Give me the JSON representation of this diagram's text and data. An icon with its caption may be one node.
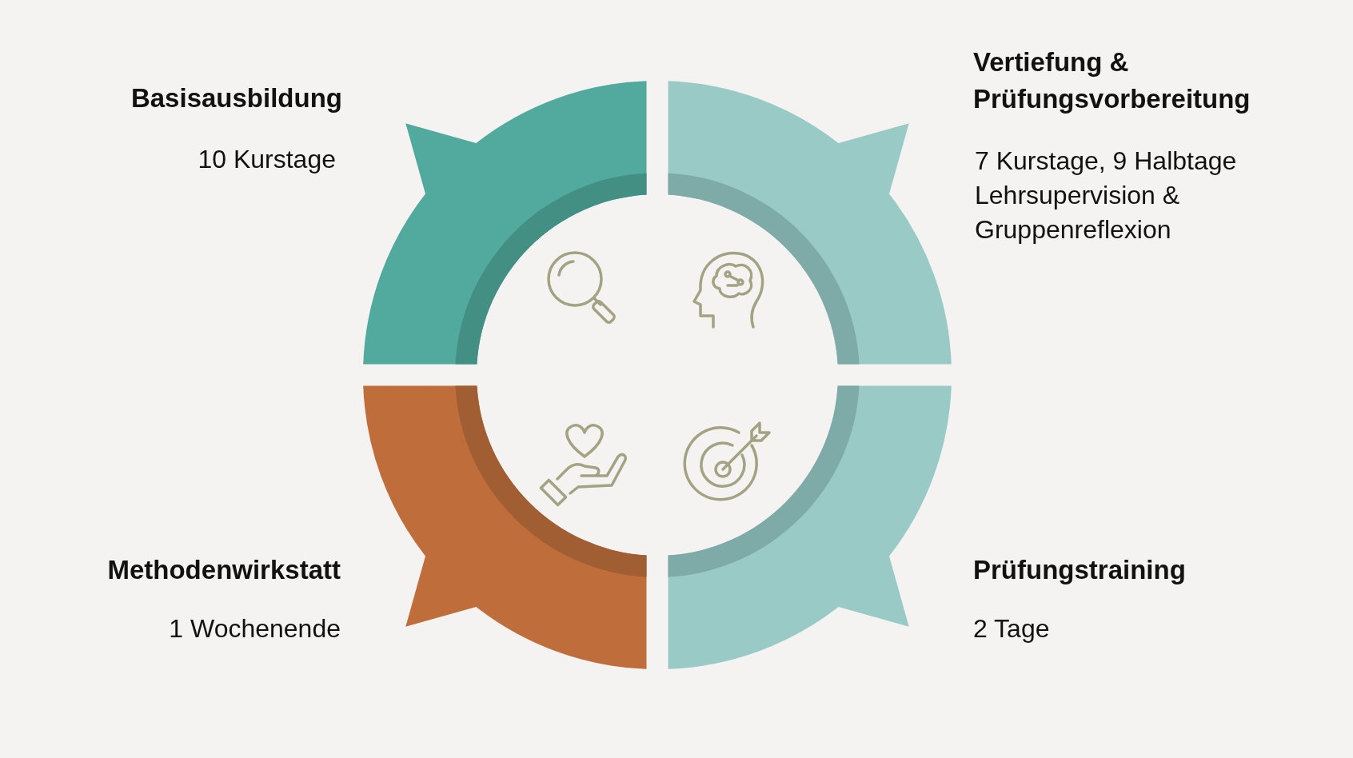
{
  "diagram": {
    "nodes": [
      {
        "text": [
          "Basisausbildung",
          "10 Kurstage"
        ]
      },
      {
        "text": [
          "Vertiefung & Prüfungsvorbereitung",
          "7 Kurstage, 9 Halbtage Lehrsupervision & Gruppenreflexion"
        ]
      },
      {
        "text": [
          "Methodenwirkstatt",
          "1 Wochenende"
        ]
      },
      {
        "text": [
          "Prüfungstraining",
          "2 Tage"
        ]
      }
    ],
    "edges": []
  }
}
